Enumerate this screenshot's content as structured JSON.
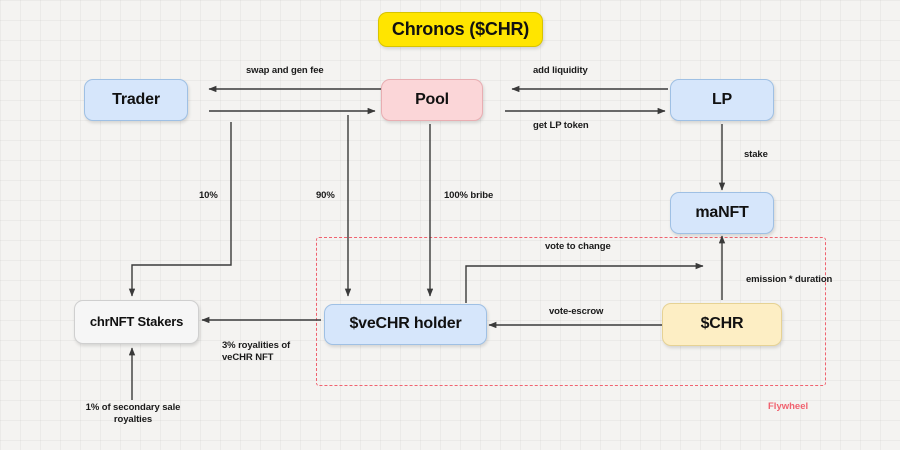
{
  "diagram": {
    "title_node": {
      "label": "Chronos ($CHR)",
      "color": "#ffe500"
    },
    "nodes": [
      {
        "id": "trader",
        "label": "Trader",
        "color": "#d6e6fb"
      },
      {
        "id": "pool",
        "label": "Pool",
        "color": "#fbd6d8"
      },
      {
        "id": "lp",
        "label": "LP",
        "color": "#d6e6fb"
      },
      {
        "id": "manft",
        "label": "maNFT",
        "color": "#d6e6fb"
      },
      {
        "id": "stakers",
        "label": "chrNFT Stakers",
        "color": "#f6f6f6"
      },
      {
        "id": "vechr",
        "label": "$veCHR holder",
        "color": "#d6e6fb"
      },
      {
        "id": "chr",
        "label": "$CHR",
        "color": "#fdeec4"
      }
    ],
    "edge_labels": [
      {
        "id": "swap-gen-fee",
        "text": "swap and gen fee"
      },
      {
        "id": "add-liquidity",
        "text": "add liquidity"
      },
      {
        "id": "get-lp-token",
        "text": "get LP token"
      },
      {
        "id": "stake",
        "text": "stake"
      },
      {
        "id": "pct-10",
        "text": "10%"
      },
      {
        "id": "pct-90",
        "text": "90%"
      },
      {
        "id": "bribe-100",
        "text": "100% bribe"
      },
      {
        "id": "vote-to-change",
        "text": "vote to change"
      },
      {
        "id": "vote-escrow",
        "text": "vote-escrow"
      },
      {
        "id": "emission-duration",
        "text": "emission * duration"
      },
      {
        "id": "royalties-3",
        "text": "3% royalities of\nveCHR NFT"
      },
      {
        "id": "secondary-sale",
        "text": "1% of secondary sale\nroyalties"
      }
    ],
    "group": {
      "label": "Flywheel",
      "color": "#f0626f"
    }
  }
}
